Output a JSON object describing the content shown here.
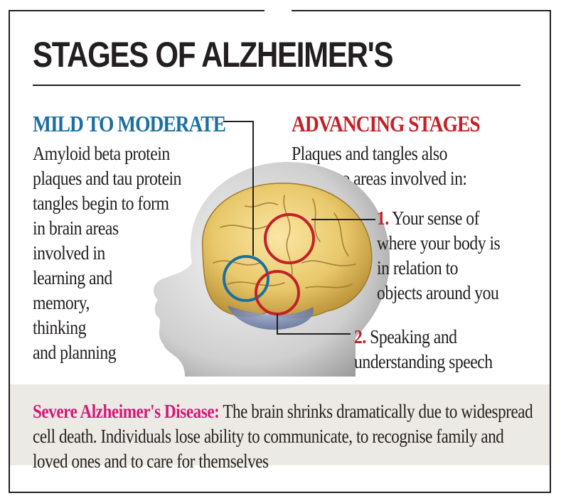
{
  "title": "STAGES OF ALZHEIMER'S",
  "colors": {
    "mild": "#1b6fa3",
    "advancing": "#c42028",
    "severe": "#d4187a",
    "panel": "#eceae4",
    "brain": "#e8c86a"
  },
  "mild": {
    "heading": "MILD TO MODERATE",
    "text": "Amyloid beta protein\nplaques and tau protein\ntangles begin to form\nin brain areas\ninvolved in\nlearning and\nmemory,\nthinking\nand planning"
  },
  "advancing": {
    "heading": "ADVANCING STAGES",
    "text": "Plaques and tangles also\nspread to areas involved in:",
    "items": [
      {
        "number": "1.",
        "text": " Your sense of\nwhere your body is\nin relation to\nobjects around you"
      },
      {
        "number": "2.",
        "text": " Speaking and\nunderstanding speech"
      }
    ]
  },
  "severe": {
    "label": "Severe Alzheimer's Disease:",
    "text": " The brain shrinks dramatically due to widespread cell death. Individuals lose ability to communicate, to recognise family and loved ones and to care for themselves"
  }
}
